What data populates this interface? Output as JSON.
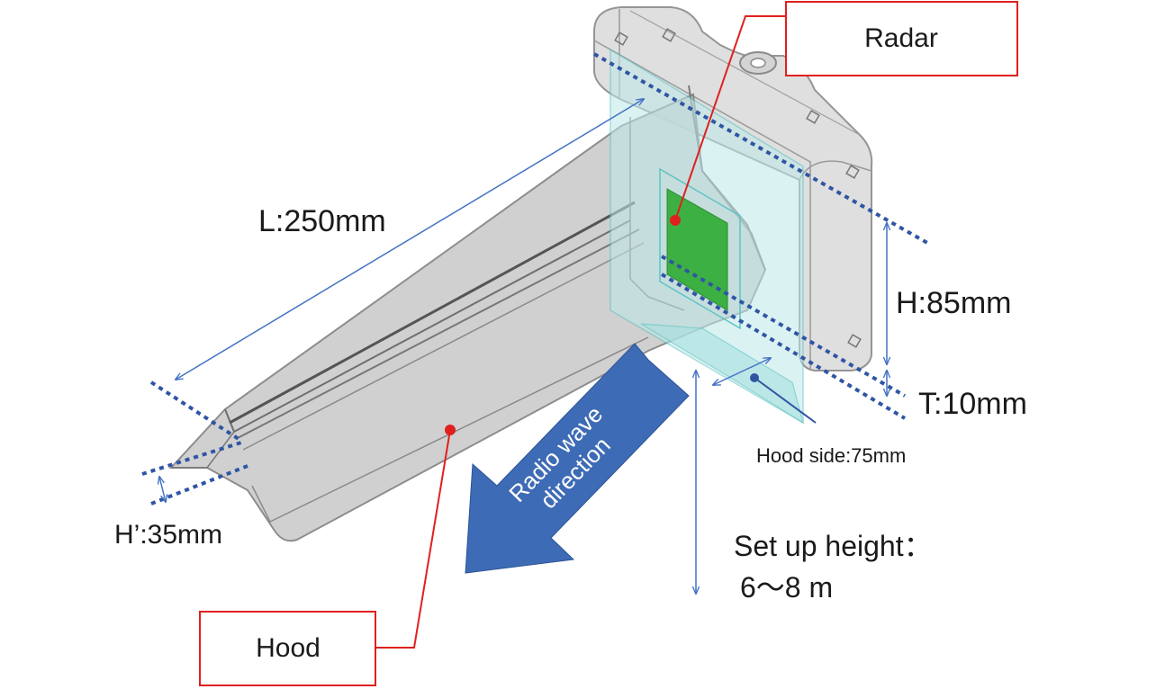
{
  "labels": {
    "radar": "Radar",
    "hood": "Hood",
    "length": "L:250mm",
    "height": "H:85mm",
    "thickness": "T:10mm",
    "hood_height": "H’:35mm",
    "hood_side": "Hood side:75mm",
    "wave_direction_line1": "Radio wave",
    "wave_direction_line2": "direction",
    "setup_height_line1": "Set up height：",
    "setup_height_line2": "6～8 m"
  },
  "colors": {
    "callout_red": "#e0201e",
    "dimension_blue": "#4472c4",
    "dotted_blue": "#2f55a4",
    "arrow_blue": "#3e6bb5",
    "radar_green": "#3cb043",
    "glass_cyan": "#7fd6d6",
    "body_gray": "#c8c8c8"
  }
}
